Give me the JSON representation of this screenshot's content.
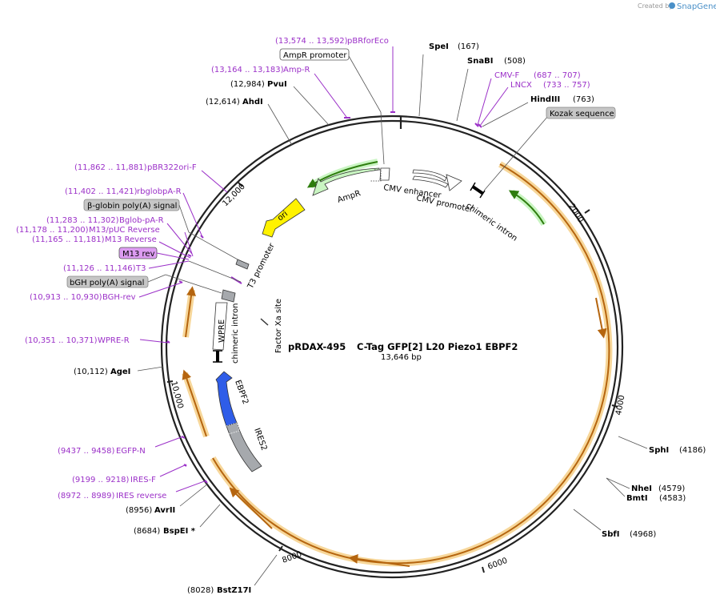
{
  "header": {
    "created_by": "Created by",
    "brand": "SnapGene"
  },
  "plasmid": {
    "name": "pRDAX-495",
    "description": "C-Tag GFP[2] L20 Piezo1 EBPF2",
    "size": "13,646 bp"
  },
  "ticks": [
    "2000",
    "4000",
    "6000",
    "8000",
    "10,000",
    "12,000"
  ],
  "sites": {
    "spei": {
      "name": "SpeI",
      "coord": "(167)"
    },
    "snabi": {
      "name": "SnaBI",
      "coord": "(508)"
    },
    "cmvf": {
      "name": "CMV-F",
      "coord": "(687 .. 707)"
    },
    "lncx": {
      "name": "LNCX",
      "coord": "(733 .. 757)"
    },
    "hindiii": {
      "name": "HindIII",
      "coord": "(763)"
    },
    "kozak": {
      "name": "Kozak sequence"
    },
    "pbrfor": {
      "name": "pBRforEco",
      "coord": "(13,574 .. 13,592)"
    },
    "ampr_promoter": {
      "name": "AmpR promoter"
    },
    "amp_r": {
      "name": "Amp-R",
      "coord": "(13,164 .. 13,183)"
    },
    "pvui": {
      "name": "PvuI",
      "coord": "(12,984)"
    },
    "ahdi": {
      "name": "AhdI",
      "coord": "(12,614)"
    },
    "pbr322": {
      "name": "pBR322ori-F",
      "coord": "(11,862 .. 11,881)"
    },
    "rbglob": {
      "name": "rbglobpA-R",
      "coord": "(11,402 .. 11,421)"
    },
    "bglobpa": {
      "name": "β-globin poly(A) signal"
    },
    "bglobr": {
      "name": "Bglob-pA-R",
      "coord": "(11,283 .. 11,302)"
    },
    "m13puc": {
      "name": "M13/pUC Reverse",
      "coord": "(11,178 .. 11,200)"
    },
    "m13rev": {
      "name": "M13 Reverse",
      "coord": "(11,165 .. 11,181)"
    },
    "m13box": {
      "name": "M13 rev"
    },
    "t3": {
      "name": "T3",
      "coord": "(11,126 .. 11,146)"
    },
    "bgh": {
      "name": "bGH poly(A) signal"
    },
    "bghrev": {
      "name": "BGH-rev",
      "coord": "(10,913 .. 10,930)"
    },
    "wprer": {
      "name": "WPRE-R",
      "coord": "(10,351 .. 10,371)"
    },
    "agei": {
      "name": "AgeI",
      "coord": "(10,112)"
    },
    "egfpn": {
      "name": "EGFP-N",
      "coord": "(9437 .. 9458)"
    },
    "iresf": {
      "name": "IRES-F",
      "coord": "(9199 .. 9218)"
    },
    "iresrev": {
      "name": "IRES reverse",
      "coord": "(8972 .. 8989)"
    },
    "avrii": {
      "name": "AvrII",
      "coord": "(8956)"
    },
    "bspei": {
      "name": "BspEI *",
      "coord": "(8684)"
    },
    "bstz17i": {
      "name": "BstZ17I",
      "coord": "(8028)"
    },
    "sphi": {
      "name": "SphI",
      "coord": "(4186)"
    },
    "nhei": {
      "name": "NheI",
      "coord": "(4579)"
    },
    "bmti": {
      "name": "BmtI",
      "coord": "(4583)"
    },
    "sbfi": {
      "name": "SbfI",
      "coord": "(4968)"
    }
  },
  "features": {
    "ampr": "AmpR",
    "ori": "ori",
    "cmv_enhancer": "CMV enhancer",
    "cmv_promoter": "CMV promoter",
    "chimeric_intron_1": "chimeric intron",
    "t3_promoter": "T3 promoter",
    "factor_xa": "Factor Xa site",
    "wpre": "WPRE",
    "chimeric_intron_2": "chimeric intron",
    "ebpf2": "EBPF2",
    "ires2": "IRES2"
  },
  "colors": {
    "backbone": "#222222",
    "orf_glow": "#f7d79a",
    "orf_arrow": "#b5650f",
    "ampr_fill": "#c9f5c2",
    "ori_fill": "#fff200",
    "ebpf2_fill": "#2f5de8",
    "ires_fill": "#a6a9ad",
    "primer": "#9b30c8",
    "feature_box": "#c6c6c6",
    "m13_box": "#dd9cf2"
  }
}
